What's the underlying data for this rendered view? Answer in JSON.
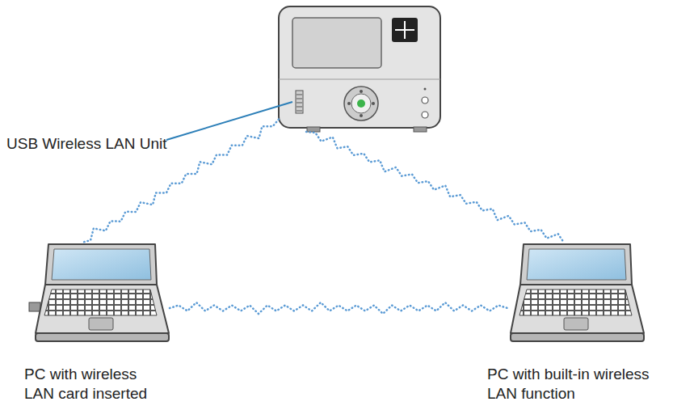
{
  "diagram": {
    "nodes": [
      {
        "text": [
          "USB Wireless LAN Unit"
        ]
      },
      {
        "text": [
          "PC with wireless LAN card inserted"
        ]
      },
      {
        "text": [
          "PC with built-in wireless LAN function"
        ]
      }
    ],
    "edges": [
      {
        "from": 0,
        "to": 1,
        "arrow": "none"
      },
      {
        "from": 0,
        "to": 2,
        "arrow": "none"
      },
      {
        "from": 1,
        "to": 2,
        "arrow": "none"
      }
    ]
  }
}
